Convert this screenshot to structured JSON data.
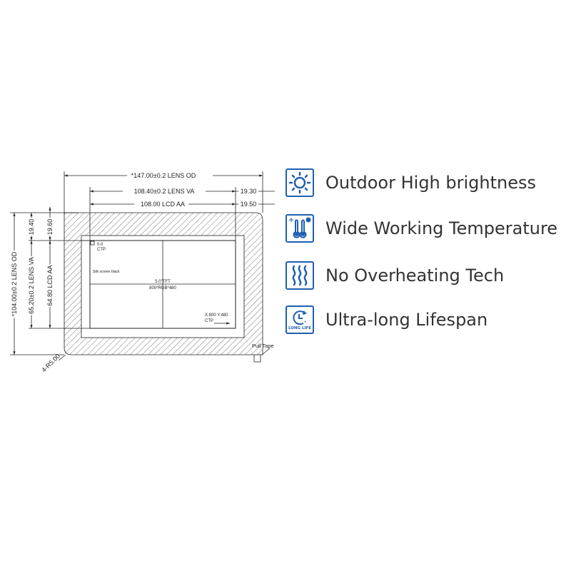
{
  "drawing": {
    "dim_lens_od_w": "*147.00±0.2 LENS OD",
    "dim_lens_va_w": "108.40±0.2 LENS VA",
    "dim_lcd_aa_w": "108.00 LCD AA",
    "dim_right_1": "19.30",
    "dim_right_2": "19.50",
    "dim_lens_od_h": "*104.00±0.2 LENS OD",
    "dim_lens_va_h": "65.20±0.2 LENS VA",
    "dim_lcd_aa_h": "64.80 LCD AA",
    "dim_top_1": "19.40",
    "dim_top_2": "19.60",
    "origin_label": "0.0",
    "origin_ctp": "CTP",
    "silk_label": "Silk screen black",
    "panel_label": "5.0\"TFT",
    "resolution_label": "800*RGB*480",
    "end_label": "X:800 Y:480",
    "end_ctp": "CTP",
    "radius_label": "4-R5.00",
    "pull_tape": "Pull Tape"
  },
  "features": [
    {
      "icon": "sun-icon",
      "label": "Outdoor High brightness"
    },
    {
      "icon": "thermometer-icon",
      "label": "Wide Working Temperature"
    },
    {
      "icon": "heat-waves-icon",
      "label": "No Overheating Tech"
    },
    {
      "icon": "clock-icon",
      "label": "Ultra-long Lifespan",
      "badge": "LONG LIFE"
    }
  ],
  "accent": "#1f5fb0"
}
